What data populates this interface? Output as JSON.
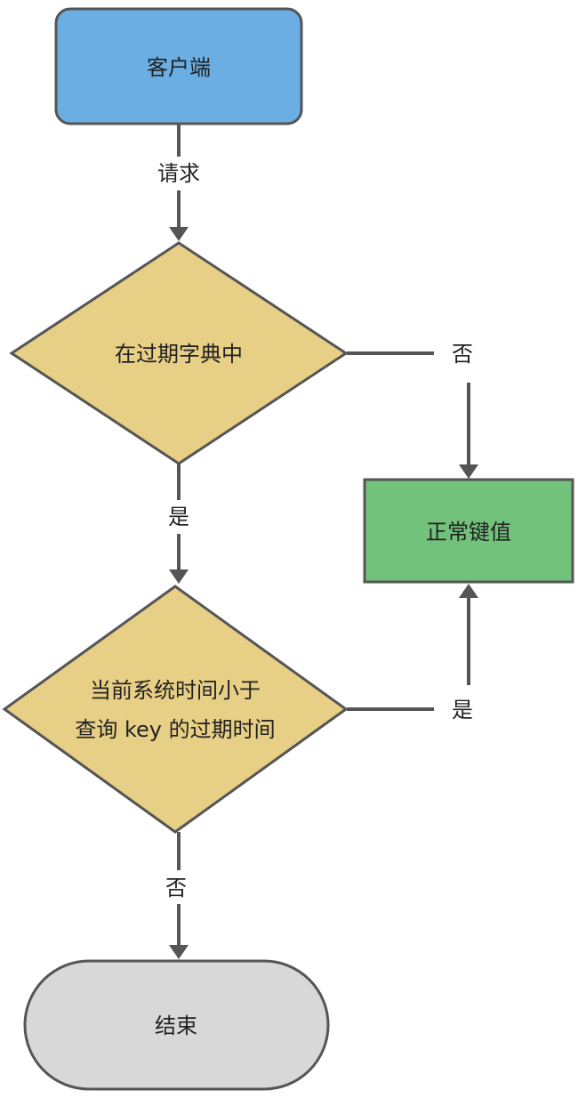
{
  "nodes": {
    "client": {
      "label": "客户端",
      "color": "#6aaee3"
    },
    "check_expire_dict": {
      "label": "在过期字典中",
      "color": "#e8cf86"
    },
    "normal_key": {
      "label": "正常键值",
      "color": "#72c27c"
    },
    "compare_time": {
      "label_line1": "当前系统时间小于",
      "label_line2": "查询 key 的过期时间",
      "color": "#e8cf86"
    },
    "end": {
      "label": "结束",
      "color": "#d8d8d8"
    }
  },
  "edges": {
    "request": "请求",
    "dict_yes": "是",
    "dict_no": "否",
    "time_yes": "是",
    "time_no": "否"
  }
}
